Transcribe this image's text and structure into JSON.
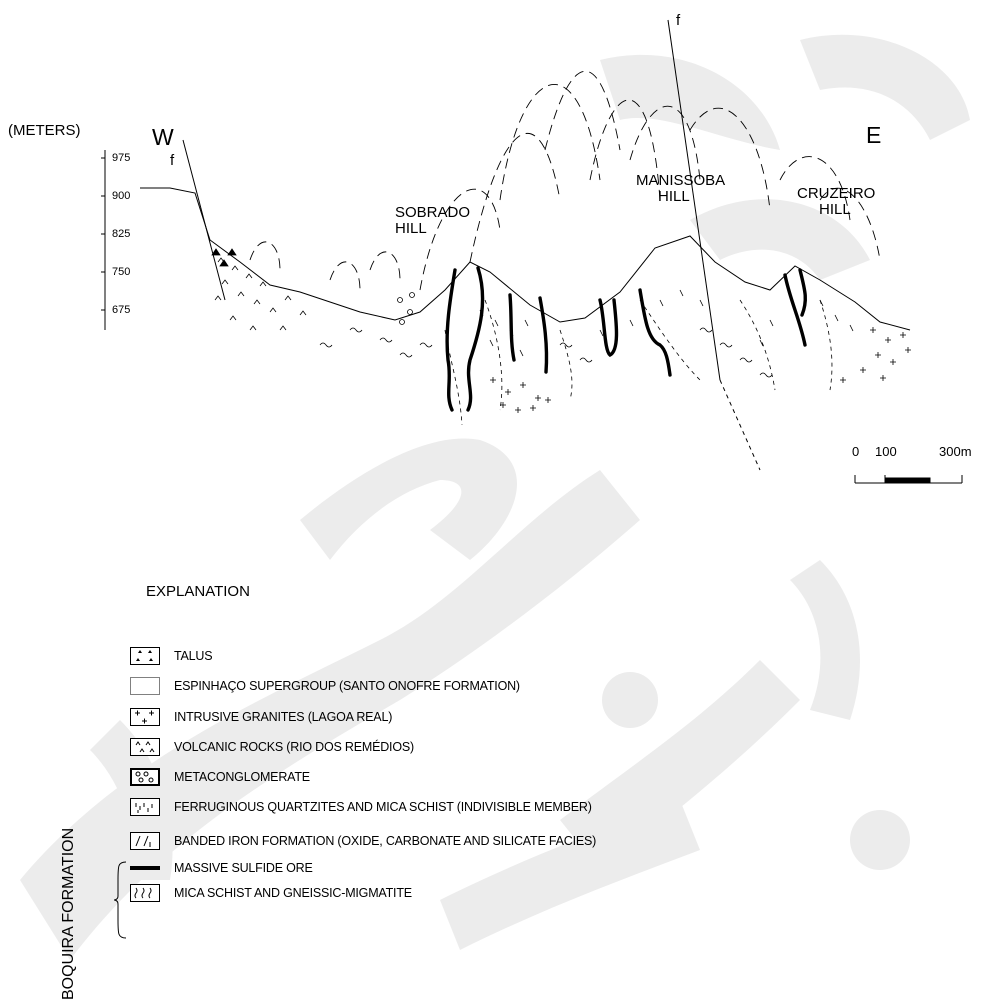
{
  "section": {
    "units_label": "(METERS)",
    "west_label": "W",
    "east_label": "E",
    "fault_label": "f",
    "elevation_ticks": [
      "975",
      "900",
      "825",
      "750",
      "675"
    ],
    "hills": {
      "sobrado": [
        "SOBRADO",
        "HILL"
      ],
      "manissoba": [
        "MANISSOBA",
        "HILL"
      ],
      "cruzeiro": [
        "CRUZEIRO",
        "HILL"
      ]
    },
    "scale": [
      "0",
      "100",
      "300m"
    ]
  },
  "explanation": {
    "title": "EXPLANATION",
    "group_label": "BOQUIRA FORMATION",
    "items": [
      {
        "pattern": "talus-pattern",
        "label": "TALUS"
      },
      {
        "pattern": "plain-pattern",
        "label": "ESPINHAÇO SUPERGROUP (SANTO ONOFRE FORMATION)"
      },
      {
        "pattern": "cross-pattern",
        "label": "INTRUSIVE GRANITES (LAGOA REAL)"
      },
      {
        "pattern": "caret-pattern",
        "label": "VOLCANIC ROCKS (RIO DOS REMÉDIOS)"
      },
      {
        "pattern": "pebble-pattern",
        "label": "METACONGLOMERATE"
      },
      {
        "pattern": "dash-pattern",
        "label": "FERRUGINOUS  QUARTZITES AND  MICA SCHIST (INDIVISIBLE MEMBER)"
      },
      {
        "pattern": "slash-pattern",
        "label": "BANDED IRON FORMATION (OXIDE, CARBONATE AND SILICATE FACIES)"
      },
      {
        "pattern": "bar-pattern",
        "label": "MASSIVE SULFIDE ORE"
      },
      {
        "pattern": "wave-pattern",
        "label": "MICA SCHIST AND GNEISSIC-MIGMATITE"
      }
    ]
  },
  "colors": {
    "ink": "#000000",
    "watermark": "#ececec",
    "ore": "#000000"
  }
}
